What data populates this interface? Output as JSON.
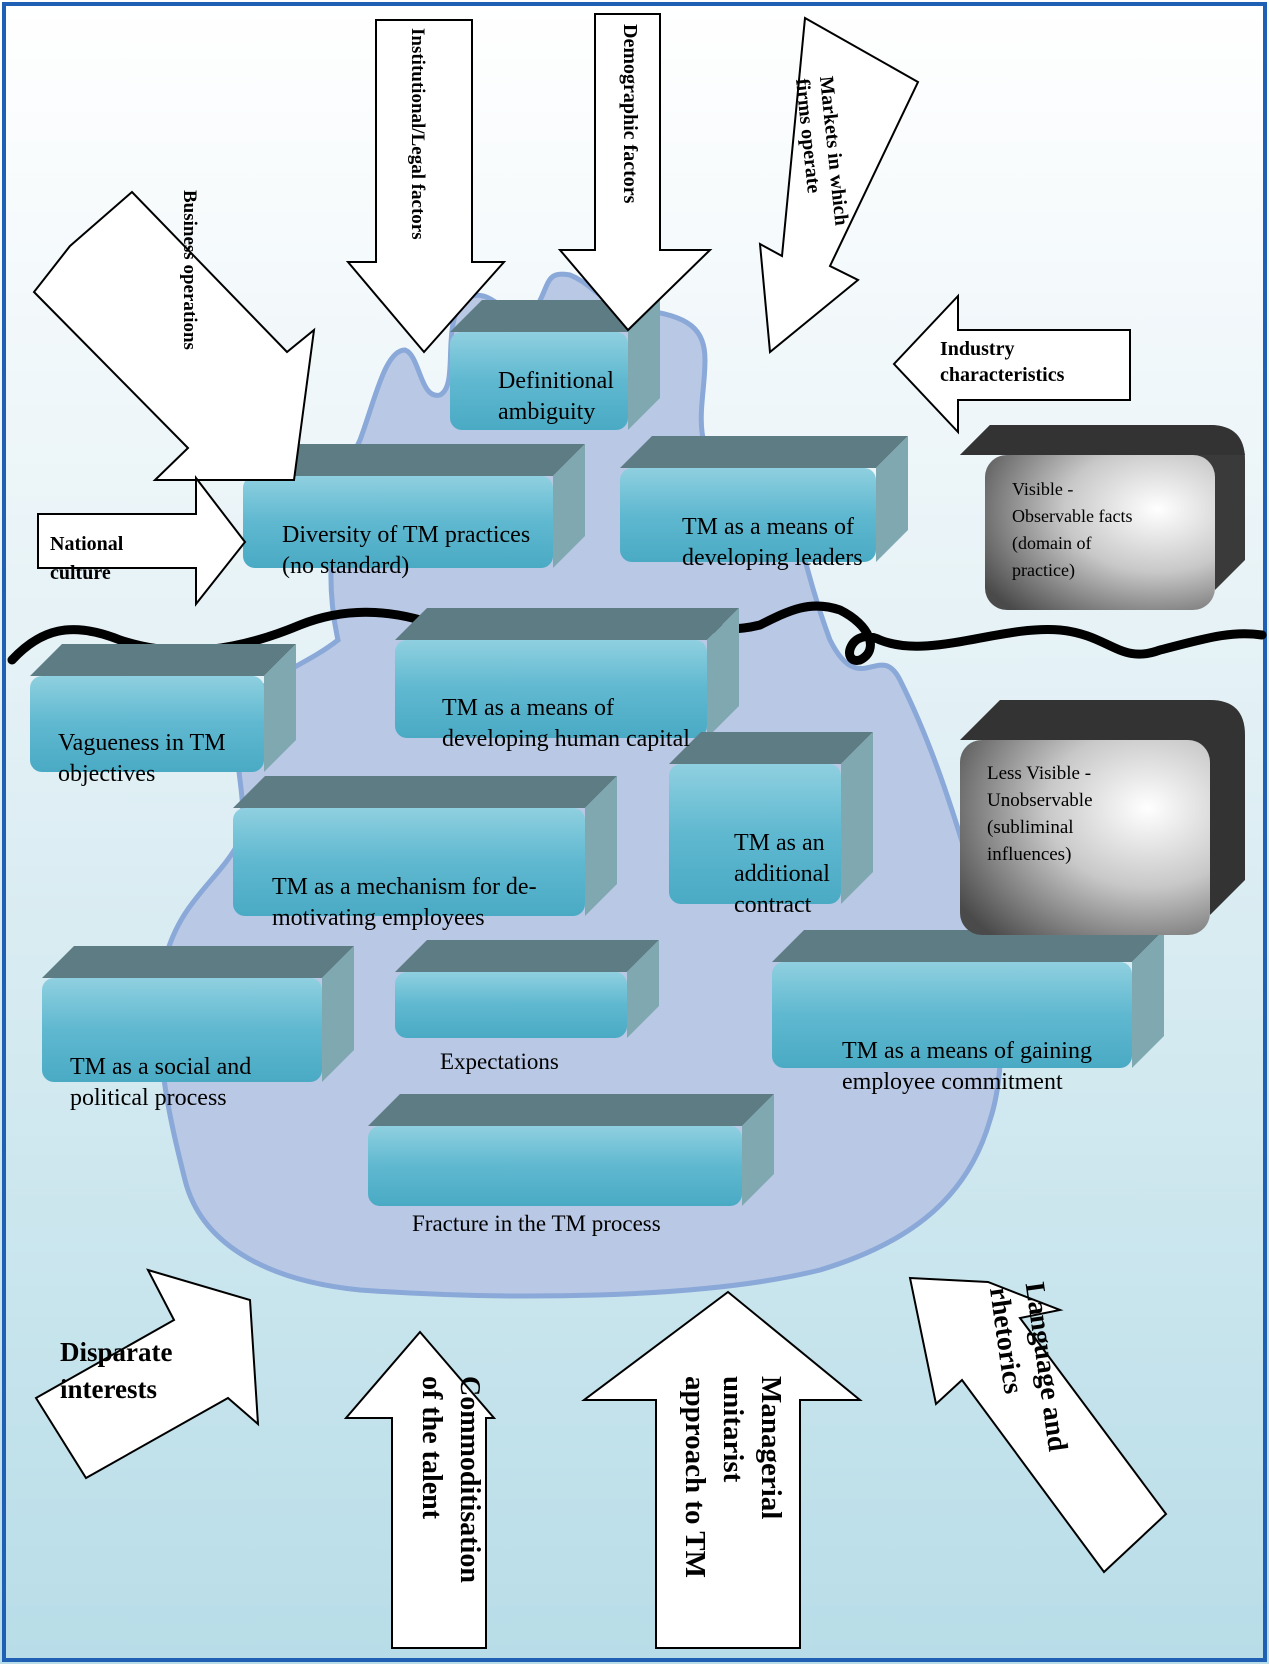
{
  "iceberg_items": {
    "definitional_ambiguity": [
      "Definitional",
      "ambiguity"
    ],
    "diversity_practices": [
      "Diversity of TM practices",
      "(no standard)"
    ],
    "developing_leaders": [
      "TM as a means of",
      "developing leaders"
    ],
    "vagueness_objectives": [
      "Vagueness in TM",
      "objectives"
    ],
    "developing_human_capital": [
      "TM as a means of",
      "developing human capital"
    ],
    "demotivating_employees": [
      "TM as a mechanism for de-",
      "motivating employees"
    ],
    "additional_contract": [
      "TM as an",
      "additional",
      "contract"
    ],
    "social_political_process": [
      "TM as a social and",
      "political process"
    ],
    "expectations": [
      "Expectations"
    ],
    "gaining_commitment": [
      "TM as a means of gaining",
      "employee commitment"
    ],
    "fracture_process": [
      "Fracture in the TM process"
    ]
  },
  "legend": {
    "visible": [
      "Visible -",
      "Observable facts",
      "(domain of",
      "practice)"
    ],
    "less_visible": [
      "Less Visible -",
      "Unobservable",
      "(subliminal",
      "influences)"
    ]
  },
  "external_factors": {
    "business_operations": "Business operations",
    "institutional_legal": "Institutional/Legal factors",
    "demographic": "Demographic factors",
    "markets": [
      "Markets in which",
      "firms operate"
    ],
    "industry": [
      "Industry",
      "characteristics"
    ],
    "national_culture": [
      "National",
      "culture"
    ]
  },
  "internal_factors": {
    "disparate_interests": [
      "Disparate",
      "interests"
    ],
    "commodification": [
      "Commoditisation",
      "of the talent"
    ],
    "managerial_unitarist": [
      "Managerial",
      "unitarist",
      "approach to TM"
    ],
    "language_rhetorics": [
      "Language and",
      "rhetorics"
    ]
  },
  "colors": {
    "border": "#1f5fb4",
    "box_front": "#55b3cc",
    "box_top": "#5d7c84",
    "box_side": "#7fa8b0",
    "iceberg_fill": "#b9c8e4",
    "iceberg_outline": "#8aa8d8",
    "waterline": "#000000"
  }
}
